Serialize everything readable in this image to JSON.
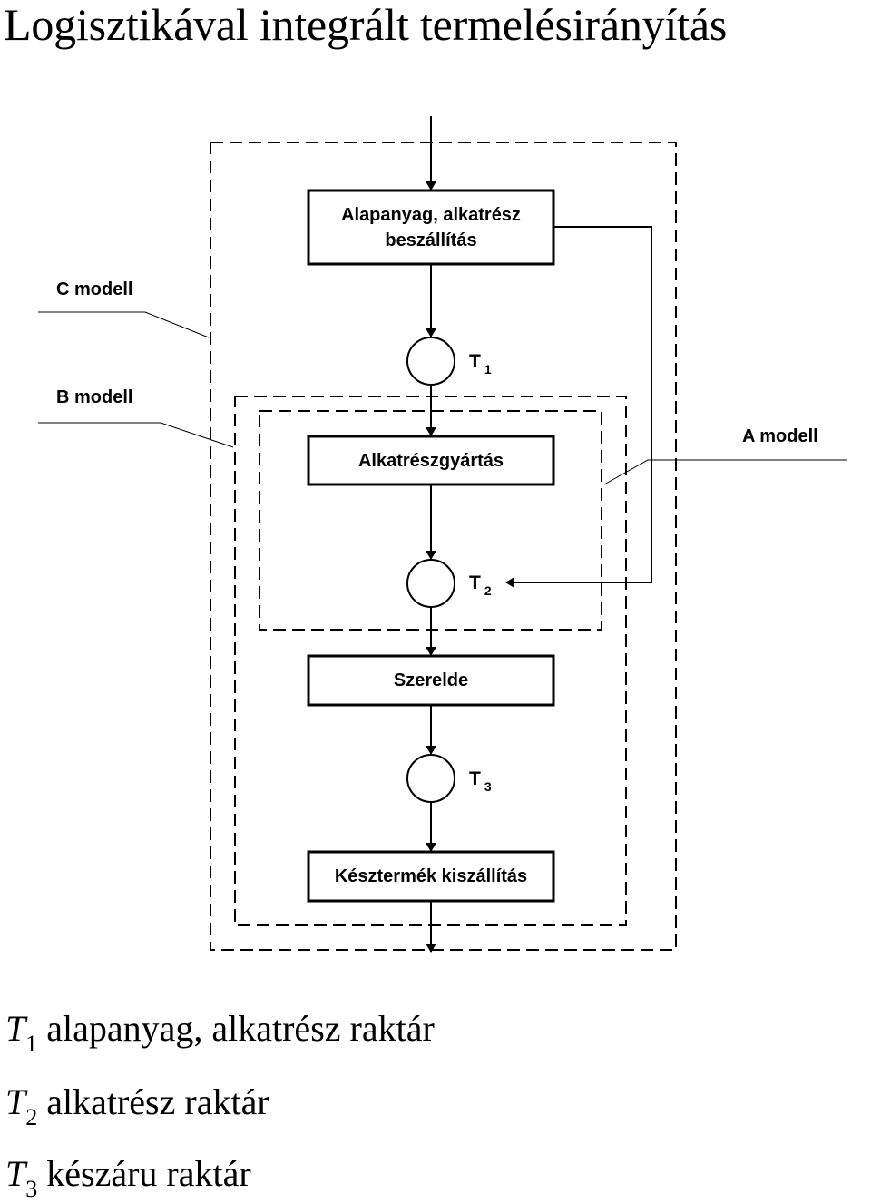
{
  "page": {
    "title": "Logisztikával integrált termelésirányítás"
  },
  "diagram": {
    "boxes": {
      "supply_line1": "Alapanyag, alkatrész",
      "supply_line2": "beszállítás",
      "parts": "Alkatrészgyártás",
      "assembly": "Szerelde",
      "shipping": "Késztermék kiszállítás"
    },
    "stores": [
      {
        "letter": "T",
        "index": "1"
      },
      {
        "letter": "T",
        "index": "2"
      },
      {
        "letter": "T",
        "index": "3"
      }
    ],
    "models": {
      "c": "C modell",
      "b": "B modell",
      "a": "A modell"
    }
  },
  "legend": [
    {
      "symbol": "T",
      "index": "1",
      "text": "alapanyag, alkatrész raktár"
    },
    {
      "symbol": "T",
      "index": "2",
      "text": "alkatrész raktár"
    },
    {
      "symbol": "T",
      "index": "3",
      "text": "készáru raktár"
    }
  ]
}
